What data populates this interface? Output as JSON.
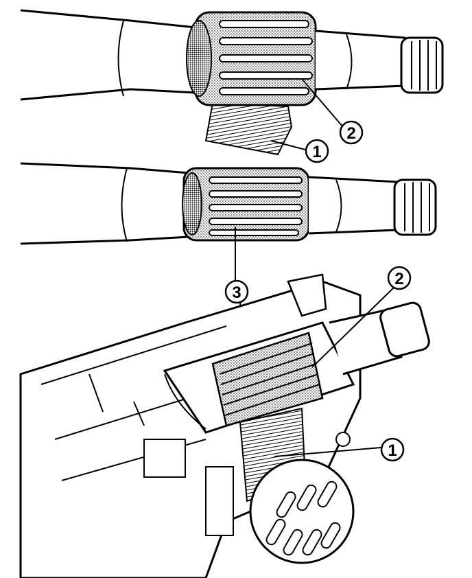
{
  "colors": {
    "ink": "#000000",
    "paper": "#ffffff",
    "shade": "#8a8a8a"
  },
  "callouts": {
    "c1_top": "1",
    "c2_top": "2",
    "c3_mid": "3",
    "c2_bottom": "2",
    "c1_bottom": "1"
  }
}
